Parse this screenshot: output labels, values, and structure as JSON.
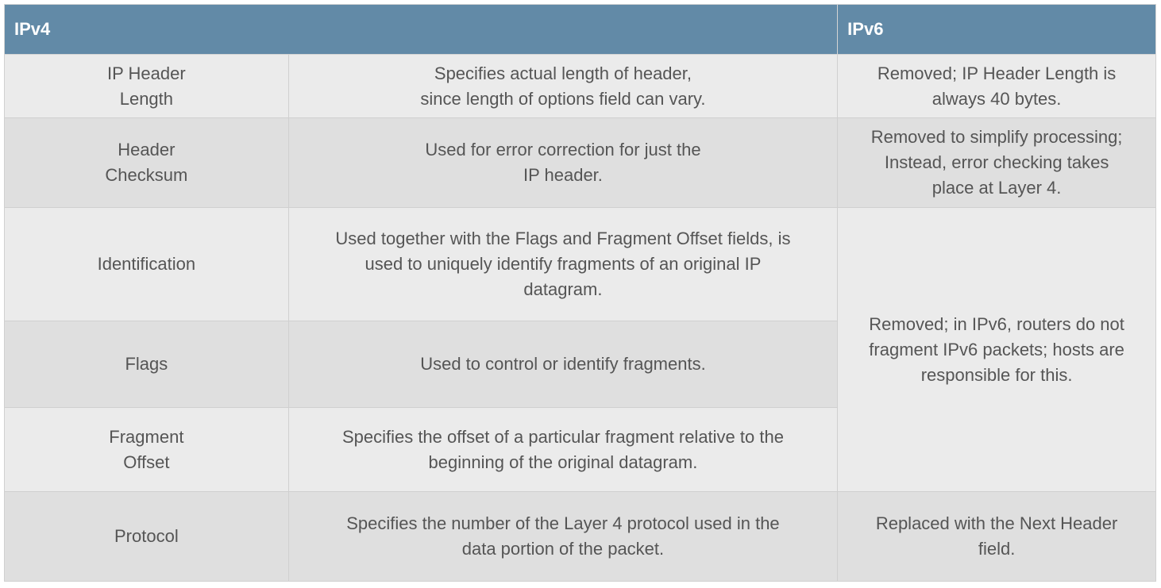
{
  "header": {
    "ipv4": "IPv4",
    "ipv6": "IPv6"
  },
  "rows": [
    {
      "field": [
        "IP Header",
        "Length"
      ],
      "ipv4_desc": [
        "Specifies actual length of header,",
        "since length of options field can vary."
      ],
      "ipv6_desc": [
        "Removed; IP Header Length is",
        "always 40 bytes."
      ]
    },
    {
      "field": [
        "Header",
        "Checksum"
      ],
      "ipv4_desc": [
        "Used for error correction for just the",
        "IP header."
      ],
      "ipv6_desc": [
        "Removed to simplify processing;",
        "Instead, error checking takes",
        "place at Layer 4."
      ]
    },
    {
      "field": [
        "Identification"
      ],
      "ipv4_desc": [
        "Used together with the Flags and Fragment Offset fields, is",
        "used to uniquely identify fragments of an original IP",
        "datagram."
      ]
    },
    {
      "field": [
        "Flags"
      ],
      "ipv4_desc": [
        "Used to control or identify fragments."
      ]
    },
    {
      "field": [
        "Fragment",
        "Offset"
      ],
      "ipv4_desc": [
        "Specifies the offset of a particular fragment relative to the",
        "beginning of the original datagram."
      ]
    },
    {
      "field": [
        "Protocol"
      ],
      "ipv4_desc": [
        "Specifies the number of the Layer 4 protocol used in the",
        "data portion of the packet."
      ],
      "ipv6_desc": [
        "Replaced with the Next Header",
        "field."
      ]
    }
  ],
  "merged_ipv6": [
    "Removed; in IPv6, routers do not",
    "fragment IPv6 packets; hosts are",
    "responsible for this."
  ]
}
